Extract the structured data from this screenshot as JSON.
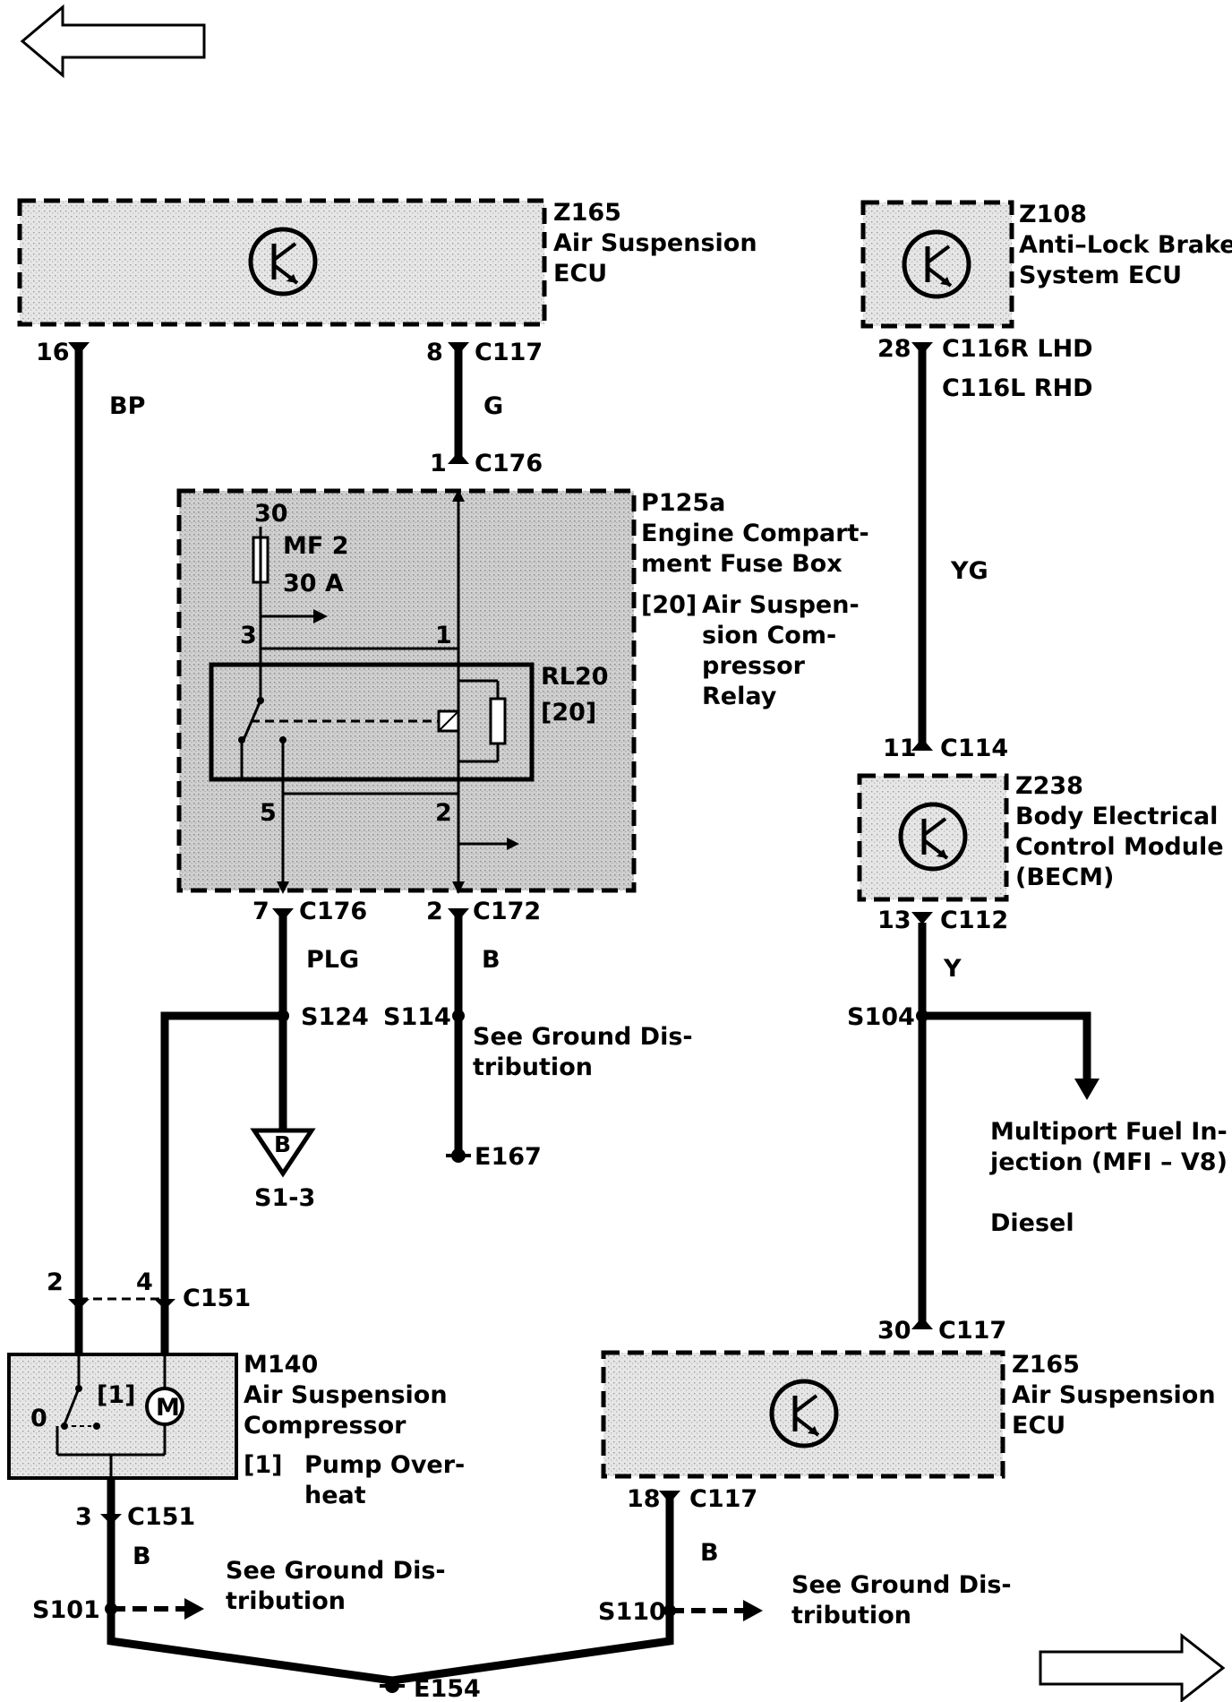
{
  "nav": {
    "back": "previous-page",
    "forward": "next-page"
  },
  "components": {
    "z165_top": {
      "id": "Z165",
      "name1": "Air Suspension",
      "name2": "ECU"
    },
    "z108": {
      "id": "Z108",
      "name1": "Anti–Lock Brake",
      "name2": "System ECU"
    },
    "p125a": {
      "id": "P125a",
      "name1": "Engine Compart-",
      "name2": "ment Fuse Box",
      "relay_ref": "[20]",
      "relay1": "Air Suspen-",
      "relay2": "sion Com-",
      "relay3": "pressor",
      "relay4": "Relay"
    },
    "fuse": {
      "pin": "30",
      "name": "MF 2",
      "rating": "30 A"
    },
    "relay": {
      "id": "RL20",
      "ref": "[20]"
    },
    "z238": {
      "id": "Z238",
      "name1": "Body Electrical",
      "name2": "Control Module",
      "name3": "(BECM)"
    },
    "m140": {
      "id": "M140",
      "name1": "Air Suspension",
      "name2": "Compressor",
      "note_ref": "[1]",
      "note1": "Pump Over-",
      "note2": "heat",
      "switch_ref": "[1]",
      "switch_pos": "0",
      "motor": "M"
    },
    "z165_bot": {
      "id": "Z165",
      "name1": "Air Suspension",
      "name2": "ECU"
    }
  },
  "pins": {
    "p16": "16",
    "p8": "8",
    "c117a": "C117",
    "p28": "28",
    "c116r": "C116R  LHD",
    "c116l": "C116L  RHD",
    "p1a": "1",
    "c176a": "C176",
    "p3": "3",
    "p1b": "1",
    "p5": "5",
    "p2a": "2",
    "p7": "7",
    "c176b": "C176",
    "p2b": "2",
    "c172": "C172",
    "p11": "11",
    "c114": "C114",
    "p13": "13",
    "c112": "C112",
    "p2c": "2",
    "p4": "4",
    "c151a": "C151",
    "p3b": "3",
    "c151b": "C151",
    "p30": "30",
    "c117b": "C117",
    "p18": "18",
    "c117c": "C117"
  },
  "wires": {
    "bp": "BP",
    "g": "G",
    "yg": "YG",
    "plg": "PLG",
    "b1": "B",
    "y": "Y",
    "b2": "B",
    "b3": "B"
  },
  "splices": {
    "s124": "S124",
    "s114": "S114",
    "s104": "S104",
    "s101": "S101",
    "s110": "S110"
  },
  "grounds": {
    "e167": "E167",
    "e154": "E154"
  },
  "refs": {
    "gd1a": "See Ground Dis-",
    "gd1b": "tribution",
    "gd2a": "See Ground Dis-",
    "gd2b": "tribution",
    "gd3a": "See Ground Dis-",
    "gd3b": "tribution",
    "mfi1": "Multiport Fuel In-",
    "mfi2": "jection (MFI – V8)",
    "diesel": "Diesel",
    "offpage_letter": "B",
    "offpage_ref": "S1-3"
  }
}
